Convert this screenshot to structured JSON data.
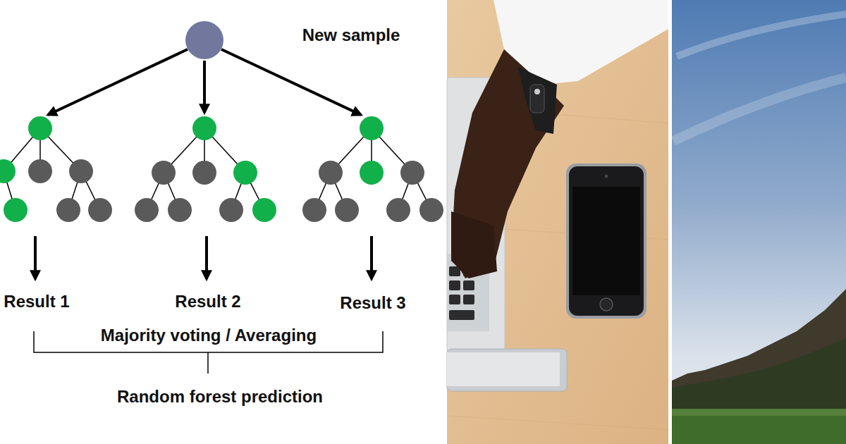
{
  "diagram": {
    "labels": [
      "New sample",
      "Result 1",
      "Result 2",
      "Result 3",
      "Majority voting / Averaging",
      "Random forest prediction"
    ]
  }
}
